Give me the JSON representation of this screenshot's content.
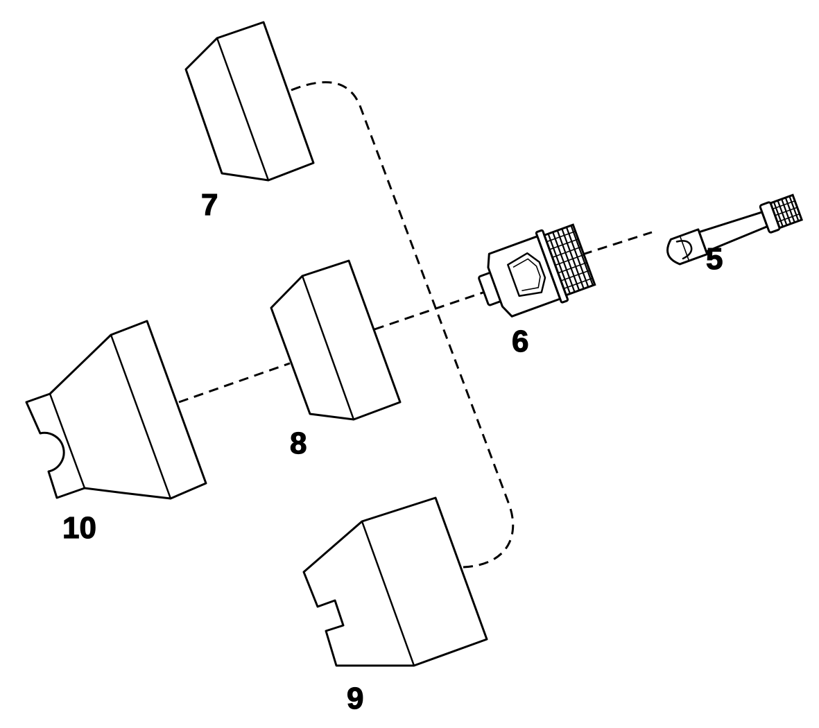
{
  "labels": {
    "part_5": "5",
    "part_6": "6",
    "part_7": "7",
    "part_8": "8",
    "part_9": "9",
    "part_10": "10"
  },
  "colors": {
    "line": "#000000",
    "background": "#ffffff"
  }
}
